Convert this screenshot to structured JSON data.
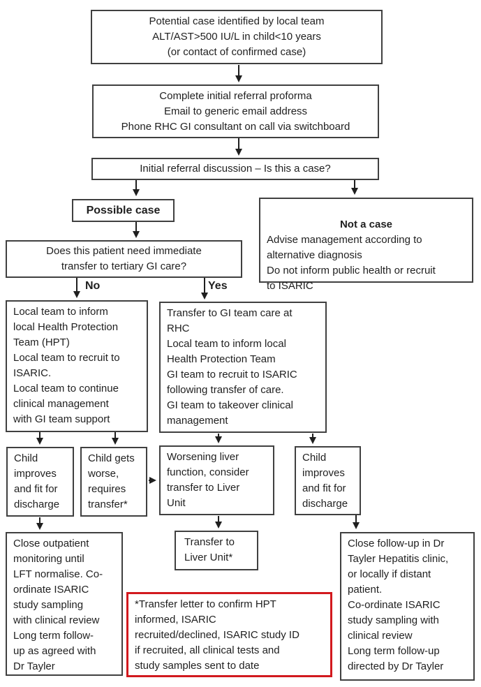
{
  "branch_labels": {
    "no": "No",
    "yes": "Yes"
  },
  "nodes": {
    "potential_case": "Potential case identified by local team\nALT/AST>500 IU/L in child<10 years\n(or contact of confirmed case)",
    "referral_proforma": "Complete initial referral proforma\nEmail to generic email address\nPhone RHC GI consultant on call via switchboard",
    "referral_discussion": "Initial referral discussion – Is this a case?",
    "possible_case": "Possible case",
    "not_a_case_title": "Not a case",
    "not_a_case_body": "Advise management according to\nalternative diagnosis\nDo not inform public health or recruit\nto ISARIC",
    "transfer_question": "Does this patient need immediate\ntransfer to tertiary GI care?",
    "local_team_pathway": "Local team to inform\nlocal Health Protection\nTeam (HPT)\nLocal team to recruit to\nISARIC.\nLocal team to continue\nclinical management\nwith GI team support",
    "gi_team_pathway": "Transfer to GI team care at\nRHC\nLocal team to inform local\nHealth Protection Team\nGI team to recruit to ISARIC\nfollowing transfer of care.\nGI team to takeover clinical\nmanagement",
    "child_improves_left": "Child\nimproves\nand fit for\ndischarge",
    "child_gets_worse": "Child gets\nworse,\nrequires\ntransfer*",
    "worsening_liver": "Worsening liver\nfunction, consider\ntransfer to Liver\nUnit",
    "child_improves_right": "Child\nimproves\nand fit for\ndischarge",
    "close_outpatient": "Close outpatient\nmonitoring until\nLFT normalise. Co-\nordinate ISARIC\nstudy sampling\nwith clinical review\nLong term follow-\nup as agreed with\nDr Tayler",
    "transfer_liver_unit": "Transfer to\nLiver Unit*",
    "transfer_letter_note": "*Transfer letter to confirm HPT\ninformed, ISARIC\nrecruited/declined,  ISARIC study ID\nif recruited, all clinical tests and\nstudy samples sent to date",
    "close_followup": "Close follow-up in Dr\nTayler Hepatitis clinic,\nor locally if distant\npatient.\nCo-ordinate ISARIC\nstudy sampling with\nclinical review\nLong term follow-up\ndirected by Dr Tayler"
  },
  "colors": {
    "box_border": "#404040",
    "note_border": "#d2191e",
    "text": "#1f1f1f",
    "background": "#ffffff"
  }
}
